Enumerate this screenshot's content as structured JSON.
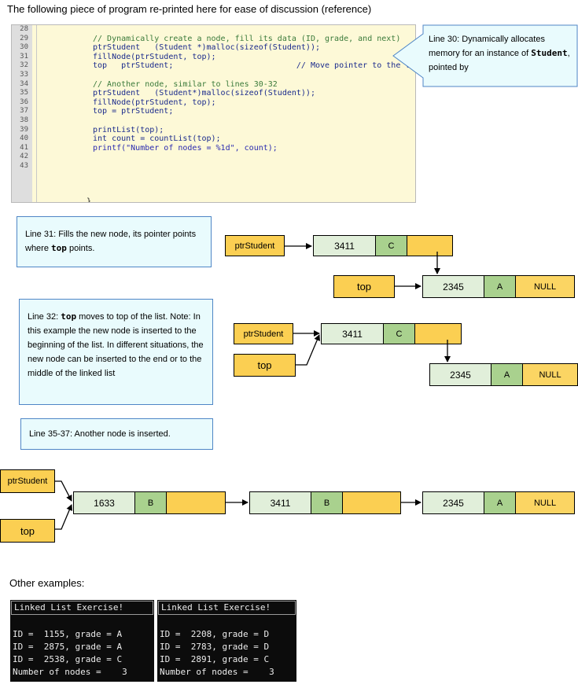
{
  "heading": "The following piece of program re-printed here for ease of discussion (reference)",
  "code": {
    "line_numbers": [
      "28",
      "29",
      "30",
      "31",
      "32",
      "33",
      "34",
      "35",
      "36",
      "37",
      "38",
      "39",
      "40",
      "41",
      "42",
      "43"
    ],
    "lines": [
      "",
      "// Dynamically create a node, fill its data (ID, grade, and next)",
      "ptrStudent   (Student *)malloc(sizeof(Student));",
      "fillNode(ptrStudent, top);",
      "top   ptrStudent;                          // Move pointer to the top",
      "",
      "// Another node, similar to lines 30-32",
      "ptrStudent   (Student*)malloc(sizeof(Student));",
      "fillNode(ptrStudent, top);",
      "top = ptrStudent;",
      "",
      "printList(top);",
      "int count = countList(top);",
      "printf(\"Number of nodes = %1d\", count);",
      "",
      ""
    ],
    "closing_brace": "}"
  },
  "callouts": {
    "line30": {
      "text": "Line 30: Dynamically allocates memory for an instance of ",
      "code": "Student",
      "text2": ", pointed by"
    },
    "line31": {
      "text": "Line 31: Fills the new node, its pointer points where ",
      "code": "top",
      "text2": " points."
    },
    "line32": {
      "text_a": "Line 32: ",
      "code": "top",
      "text_b": " moves to top of the list. Note: In this example the new node is inserted to the beginning of the list. In different situations, the new node can be inserted to the end or to the middle of the linked list"
    },
    "line35": {
      "text": "Line 35-37: Another node is inserted."
    }
  },
  "diagram1": {
    "ptr_label": "ptrStudent",
    "top_label": "top",
    "node_a": {
      "id": "3411",
      "grade": "C"
    },
    "node_b": {
      "id": "2345",
      "grade": "A",
      "next": "NULL"
    }
  },
  "diagram2": {
    "ptr_label": "ptrStudent",
    "top_label": "top",
    "node_a": {
      "id": "3411",
      "grade": "C"
    },
    "node_b": {
      "id": "2345",
      "grade": "A",
      "next": "NULL"
    }
  },
  "diagram3": {
    "ptr_label": "ptrStudent",
    "top_label": "top",
    "node_a": {
      "id": "1633",
      "grade": "B"
    },
    "node_b": {
      "id": "3411",
      "grade": "B"
    },
    "node_c": {
      "id": "2345",
      "grade": "A",
      "next": "NULL"
    }
  },
  "other_examples": "Other examples:",
  "terminal1": {
    "title": "Linked List Exercise!",
    "rows": [
      "ID =  1155, grade = A",
      "ID =  2875, grade = A",
      "ID =  2538, grade = C",
      "Number of nodes =    3"
    ]
  },
  "terminal2": {
    "title": "Linked List Exercise!",
    "rows": [
      "ID =  2208, grade = D",
      "ID =  2783, grade = D",
      "ID =  2891, grade = C",
      "Number of nodes =    3"
    ]
  },
  "colors": {
    "callout_bg": "#e9fbfd",
    "callout_border": "#4f86c6",
    "pointer_tag": "#fbcf52",
    "node_id": "#e1efda",
    "node_grade": "#a9d18e"
  }
}
